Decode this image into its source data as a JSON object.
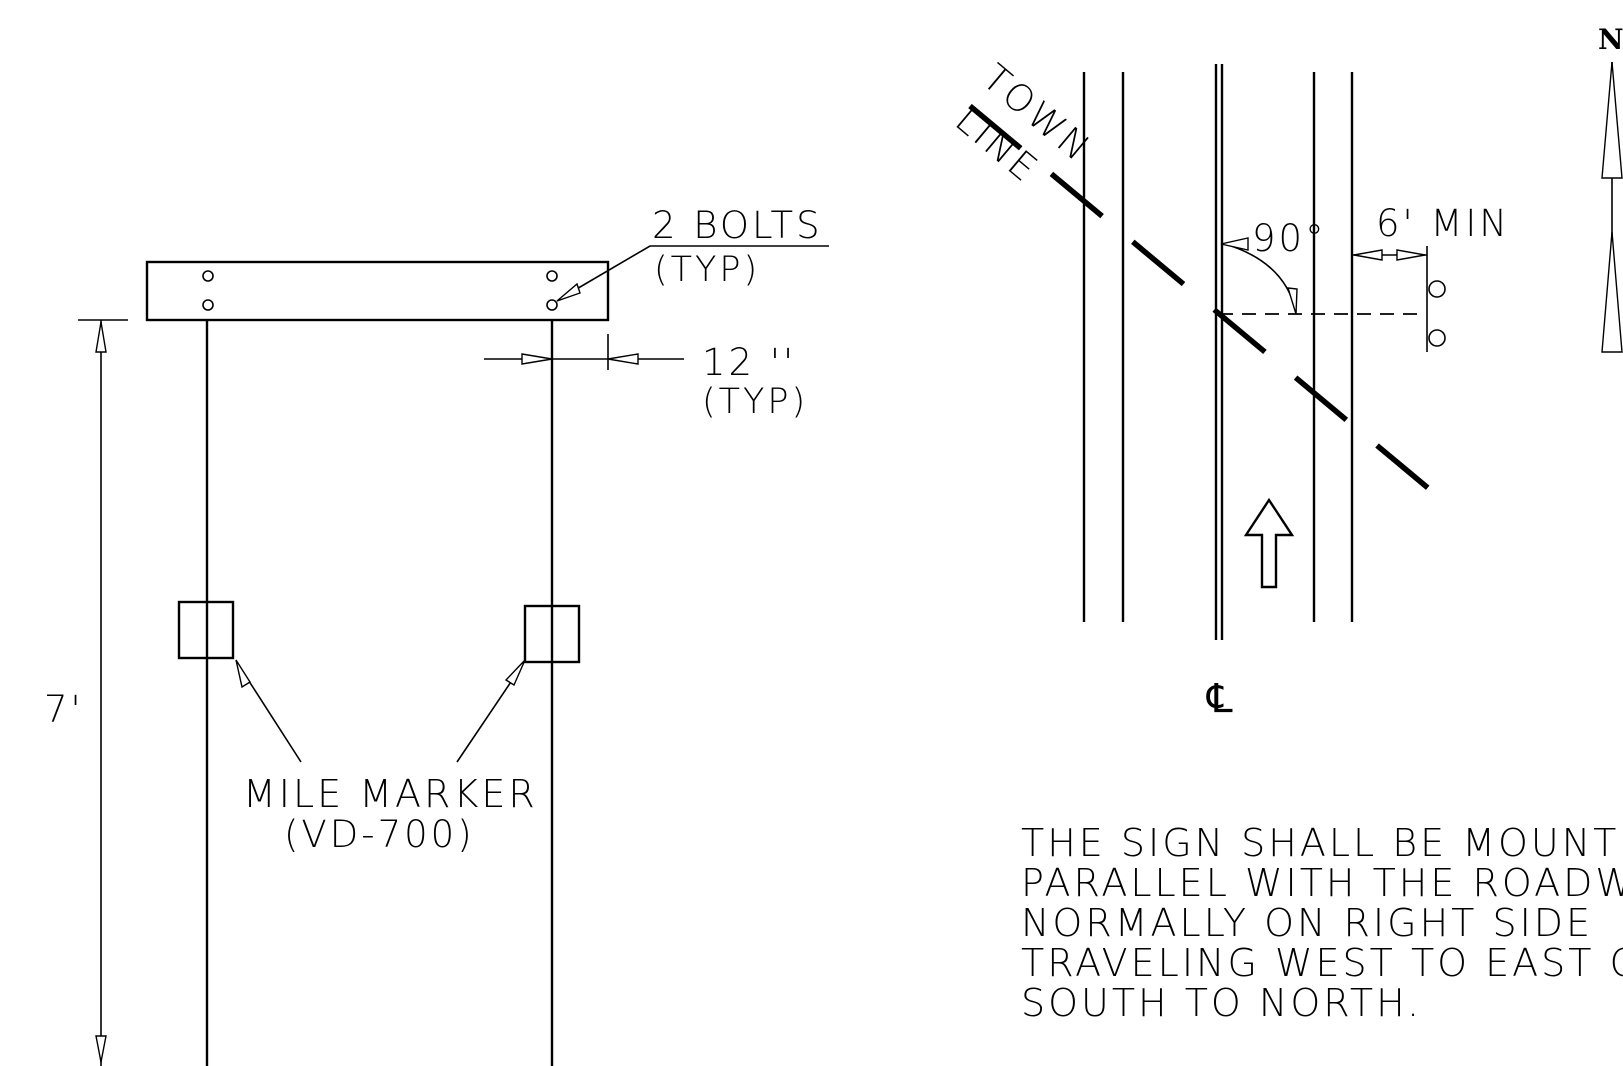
{
  "elevation": {
    "bolts_label": "2 BOLTS",
    "bolts_typ": "(TYP)",
    "offset_label": "12 ''",
    "offset_typ": "(TYP)",
    "height_label": "7'",
    "marker_label": "MILE MARKER",
    "marker_code": "(VD-700)"
  },
  "plan": {
    "town_label": "TOWN",
    "line_label": "LINE",
    "angle_label": "90°",
    "min_label": "6' MIN",
    "centerline_label": "℄",
    "north_label": "N"
  },
  "note": {
    "lines": [
      "THE SIGN SHALL BE MOUNTED",
      "PARALLEL WITH THE ROADWAY",
      "NORMALLY ON RIGHT SIDE",
      "TRAVELING WEST TO EAST OR",
      "SOUTH TO NORTH."
    ]
  }
}
